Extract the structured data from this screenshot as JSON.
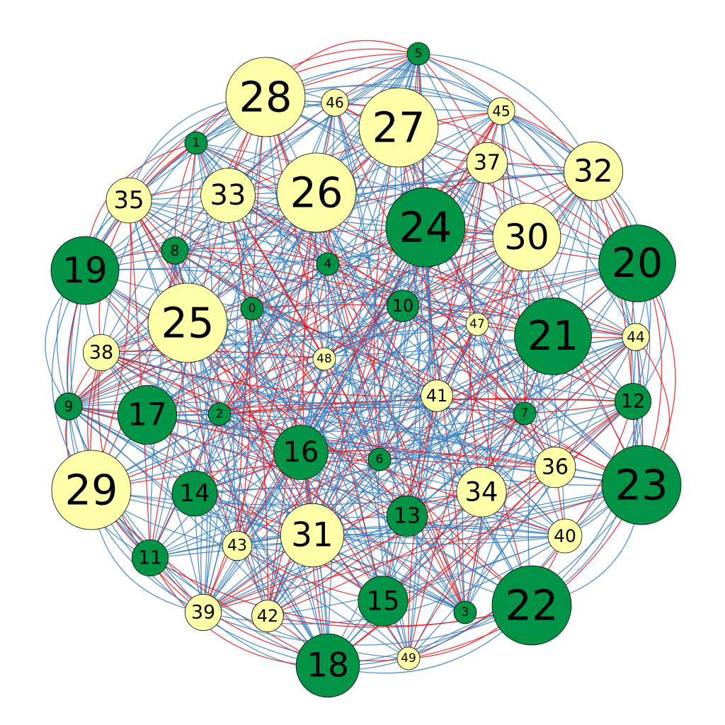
{
  "graph": {
    "colors": {
      "green_node": "#009245",
      "yellow_node": "#ffffaa",
      "node_outline": "#000000",
      "edge_blue": "#3a7fc1",
      "edge_red": "#e41a1c"
    },
    "nodes": [
      {
        "id": "0",
        "label": "0",
        "group": "green",
        "weight": 1
      },
      {
        "id": "1",
        "label": "1",
        "group": "green",
        "weight": 1
      },
      {
        "id": "2",
        "label": "2",
        "group": "green",
        "weight": 1
      },
      {
        "id": "3",
        "label": "3",
        "group": "green",
        "weight": 1
      },
      {
        "id": "4",
        "label": "4",
        "group": "green",
        "weight": 1
      },
      {
        "id": "5",
        "label": "5",
        "group": "green",
        "weight": 1
      },
      {
        "id": "6",
        "label": "6",
        "group": "green",
        "weight": 1
      },
      {
        "id": "7",
        "label": "7",
        "group": "green",
        "weight": 1
      },
      {
        "id": "8",
        "label": "8",
        "group": "green",
        "weight": 1.2
      },
      {
        "id": "9",
        "label": "9",
        "group": "green",
        "weight": 1.2
      },
      {
        "id": "10",
        "label": "10",
        "group": "green",
        "weight": 1.4
      },
      {
        "id": "11",
        "label": "11",
        "group": "green",
        "weight": 1.6
      },
      {
        "id": "12",
        "label": "12",
        "group": "green",
        "weight": 1.6
      },
      {
        "id": "13",
        "label": "13",
        "group": "green",
        "weight": 1.8
      },
      {
        "id": "14",
        "label": "14",
        "group": "green",
        "weight": 2
      },
      {
        "id": "15",
        "label": "15",
        "group": "green",
        "weight": 2.2
      },
      {
        "id": "16",
        "label": "16",
        "group": "green",
        "weight": 2.4
      },
      {
        "id": "17",
        "label": "17",
        "group": "green",
        "weight": 2.6
      },
      {
        "id": "18",
        "label": "18",
        "group": "green",
        "weight": 2.8
      },
      {
        "id": "19",
        "label": "19",
        "group": "green",
        "weight": 3
      },
      {
        "id": "20",
        "label": "20",
        "group": "green",
        "weight": 3.4
      },
      {
        "id": "21",
        "label": "21",
        "group": "green",
        "weight": 3.4
      },
      {
        "id": "22",
        "label": "22",
        "group": "green",
        "weight": 3.5
      },
      {
        "id": "23",
        "label": "23",
        "group": "green",
        "weight": 3.5
      },
      {
        "id": "24",
        "label": "24",
        "group": "green",
        "weight": 3.5
      },
      {
        "id": "25",
        "label": "25",
        "group": "yellow",
        "weight": 3.5
      },
      {
        "id": "26",
        "label": "26",
        "group": "yellow",
        "weight": 3.5
      },
      {
        "id": "27",
        "label": "27",
        "group": "yellow",
        "weight": 3.5
      },
      {
        "id": "28",
        "label": "28",
        "group": "yellow",
        "weight": 3.5
      },
      {
        "id": "29",
        "label": "29",
        "group": "yellow",
        "weight": 3.5
      },
      {
        "id": "30",
        "label": "30",
        "group": "yellow",
        "weight": 3
      },
      {
        "id": "31",
        "label": "31",
        "group": "yellow",
        "weight": 2.8
      },
      {
        "id": "32",
        "label": "32",
        "group": "yellow",
        "weight": 2.6
      },
      {
        "id": "33",
        "label": "33",
        "group": "yellow",
        "weight": 2.4
      },
      {
        "id": "34",
        "label": "34",
        "group": "yellow",
        "weight": 2.2
      },
      {
        "id": "35",
        "label": "35",
        "group": "yellow",
        "weight": 2
      },
      {
        "id": "36",
        "label": "36",
        "group": "yellow",
        "weight": 1.8
      },
      {
        "id": "37",
        "label": "37",
        "group": "yellow",
        "weight": 1.8
      },
      {
        "id": "38",
        "label": "38",
        "group": "yellow",
        "weight": 1.6
      },
      {
        "id": "39",
        "label": "39",
        "group": "yellow",
        "weight": 1.6
      },
      {
        "id": "40",
        "label": "40",
        "group": "yellow",
        "weight": 1.5
      },
      {
        "id": "41",
        "label": "41",
        "group": "yellow",
        "weight": 1.4
      },
      {
        "id": "42",
        "label": "42",
        "group": "yellow",
        "weight": 1.4
      },
      {
        "id": "43",
        "label": "43",
        "group": "yellow",
        "weight": 1.3
      },
      {
        "id": "44",
        "label": "44",
        "group": "yellow",
        "weight": 1.2
      },
      {
        "id": "45",
        "label": "45",
        "group": "yellow",
        "weight": 1.2
      },
      {
        "id": "46",
        "label": "46",
        "group": "yellow",
        "weight": 1.2
      },
      {
        "id": "47",
        "label": "47",
        "group": "yellow",
        "weight": 1
      },
      {
        "id": "48",
        "label": "48",
        "group": "yellow",
        "weight": 1
      },
      {
        "id": "49",
        "label": "49",
        "group": "yellow",
        "weight": 1
      }
    ]
  }
}
